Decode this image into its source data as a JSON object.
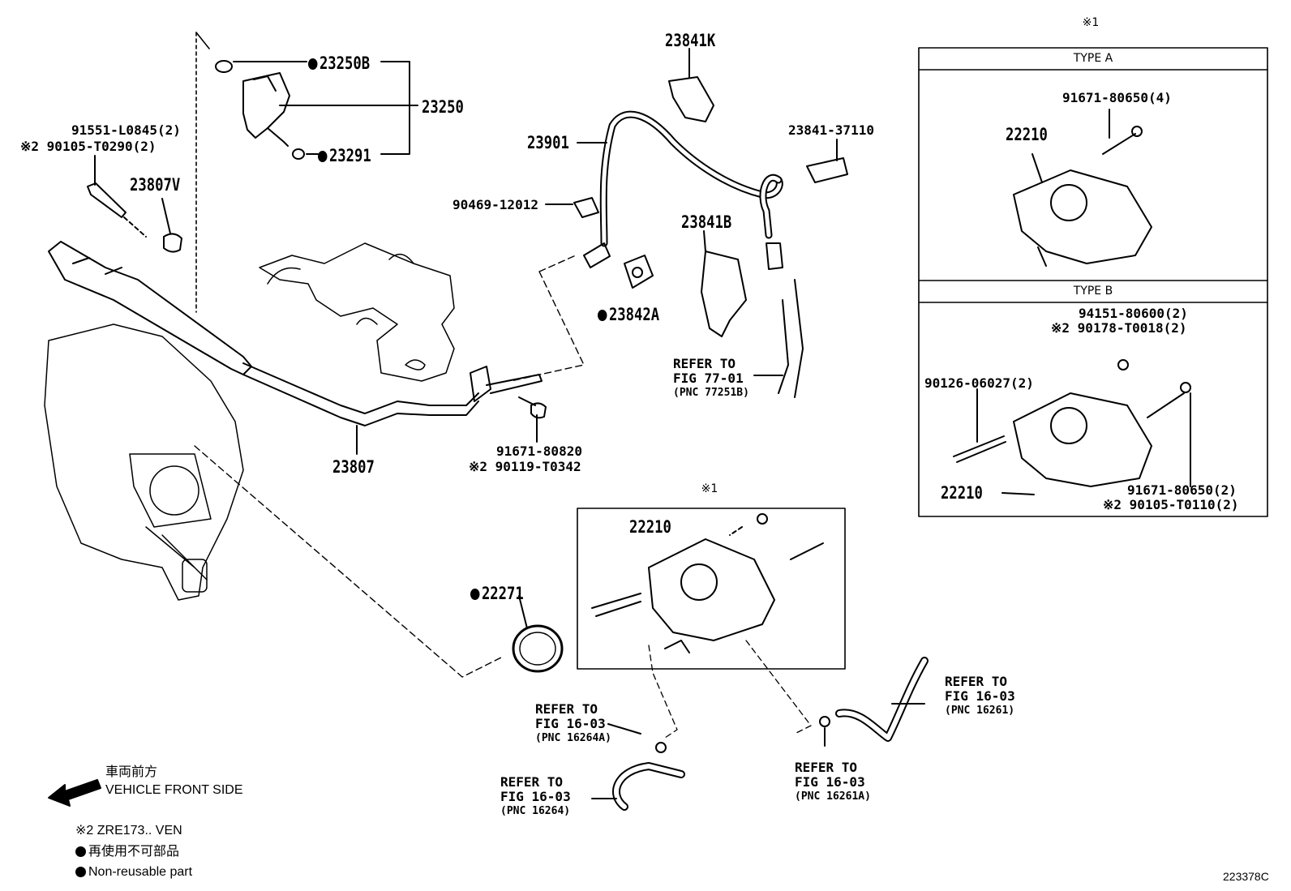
{
  "labels": {
    "p23250B": "23250B",
    "p23250": "23250",
    "p23291": "23291",
    "p91551": "91551-L0845(2)",
    "p90105a": "※2 90105-T0290(2)",
    "p23807V": "23807V",
    "p23807": "23807",
    "p23901": "23901",
    "p90469": "90469-12012",
    "p23842A": "23842A",
    "p23841K": "23841K",
    "p23841_37110": "23841-37110",
    "p23841B": "23841B",
    "p91671_80820": "91671-80820",
    "p90119": "※2 90119-T0342",
    "p22271": "22271",
    "p22210_center": "22210",
    "p22210_a": "22210",
    "p22210_b": "22210",
    "p91671_80650_a": "91671-80650(4)",
    "p94151": "94151-80600(2)",
    "p90178": "※2 90178-T0018(2)",
    "p90126": "90126-06027(2)",
    "p91671_80650_b": "91671-80650(2)",
    "p90105b": "※2 90105-T0110(2)"
  },
  "refs": {
    "r77": {
      "line1": "REFER TO",
      "line2": "FIG 77-01",
      "line3": "(PNC 77251B)"
    },
    "r16261": {
      "line1": "REFER TO",
      "line2": "FIG 16-03",
      "line3": "(PNC 16261)"
    },
    "r16264A": {
      "line1": "REFER TO",
      "line2": "FIG 16-03",
      "line3": "(PNC 16264A)"
    },
    "r16264": {
      "line1": "REFER TO",
      "line2": "FIG 16-03",
      "line3": "(PNC 16264)"
    },
    "r16261A": {
      "line1": "REFER TO",
      "line2": "FIG 16-03",
      "line3": "(PNC 16261A)"
    }
  },
  "boxes": {
    "note_top": "※1",
    "note_center": "※1",
    "type_a": "TYPE A",
    "type_b": "TYPE B"
  },
  "legend": {
    "front_jp": "車両前方",
    "front_en": "VEHICLE FRONT SIDE",
    "note2": "※2  ZRE173.. VEN",
    "nonreuse_jp": "再使用不可部品",
    "nonreuse_en": "Non-reusable part"
  },
  "figure_id": "223378C"
}
